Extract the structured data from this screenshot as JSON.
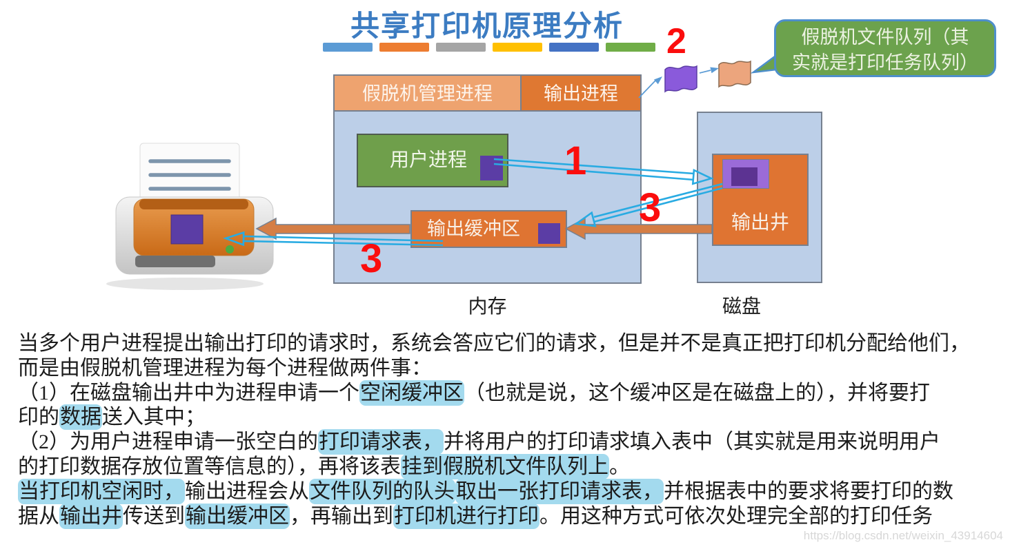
{
  "title": "共享打印机原理分析",
  "accent_bars": [
    "#5B9BD5",
    "#ED7D31",
    "#A5A5A5",
    "#FFC000",
    "#4472C4",
    "#70AD47"
  ],
  "diagram": {
    "memory": {
      "header_left": "假脱机管理进程",
      "header_right": "输出进程",
      "user_process": "用户进程",
      "output_buffer": "输出缓冲区",
      "label": "内存"
    },
    "disk": {
      "output_well": "输出井",
      "label": "磁盘"
    },
    "callout": {
      "line1": "假脱机文件队列（其",
      "line2": "实就是打印任务队列）"
    },
    "steps": {
      "step1": "1",
      "step2": "2",
      "step3_disk": "3",
      "step3_print": "3"
    },
    "icons": {
      "printer": "printer-icon",
      "purple_flag": "print-request-table-icon",
      "orange_flag": "spool-file-icon",
      "purple_square": "data-block-icon"
    }
  },
  "colors": {
    "title_blue": "#3C7CC2",
    "memory_fill": "#BCCFE8",
    "header_light_orange": "#EEA36F",
    "process_orange": "#DF7432",
    "user_process_green": "#6F9F4B",
    "data_block_purple": "#5B3DA5",
    "arrow_blue": "#29ABE2",
    "arrow_orange": "#D57E45",
    "step_red": "#FB0D0D",
    "highlight_blue": "#A3DAEE",
    "callout_green": "#6CA24D"
  },
  "paragraph": {
    "lines": [
      [
        {
          "t": "当多个用户进程提出输出打印的请求时，系统会答应它们的请求，但是并不是真正把打印机分配给他们，",
          "hl": false
        }
      ],
      [
        {
          "t": "而是由假脱机管理进程为每个进程做两件事：",
          "hl": false
        }
      ],
      [
        {
          "t": "（1）在磁盘输出井中为进程申请一个",
          "hl": false
        },
        {
          "t": "空闲缓冲区",
          "hl": true
        },
        {
          "t": "（也就是说，这个缓冲区是在磁盘上的），并将要打",
          "hl": false
        }
      ],
      [
        {
          "t": "印的",
          "hl": false
        },
        {
          "t": "数据",
          "hl": true
        },
        {
          "t": "送入其中；",
          "hl": false
        }
      ],
      [
        {
          "t": "（2）为用户进程申请一张空白的",
          "hl": false
        },
        {
          "t": "打印请求表，",
          "hl": true
        },
        {
          "t": "并将用户的打印请求填入表中（其实就是用来说明用户",
          "hl": false
        }
      ],
      [
        {
          "t": "的打印数据存放位置等信息的），再将该表",
          "hl": false
        },
        {
          "t": "挂到假脱机文件队列上",
          "hl": true
        },
        {
          "t": "。",
          "hl": false
        }
      ],
      [
        {
          "t": "当打印机空闲时，",
          "hl": true
        },
        {
          "t": "输出进程会从",
          "hl": false
        },
        {
          "t": "文件队列的队头",
          "hl": true
        },
        {
          "t": "取出一张打印请求表，",
          "hl": true
        },
        {
          "t": "并根据表中的要求将要打印的数",
          "hl": false
        }
      ],
      [
        {
          "t": "据从",
          "hl": false
        },
        {
          "t": "输出井",
          "hl": true
        },
        {
          "t": "传送到",
          "hl": false
        },
        {
          "t": "输出缓冲区",
          "hl": true
        },
        {
          "t": "，再输出到",
          "hl": false
        },
        {
          "t": "打印机进行打印",
          "hl": true
        },
        {
          "t": "。用这种方式可依次处理完全部的打印任务",
          "hl": false
        }
      ]
    ]
  },
  "watermark": "https://blog.csdn.net/weixin_43914604"
}
